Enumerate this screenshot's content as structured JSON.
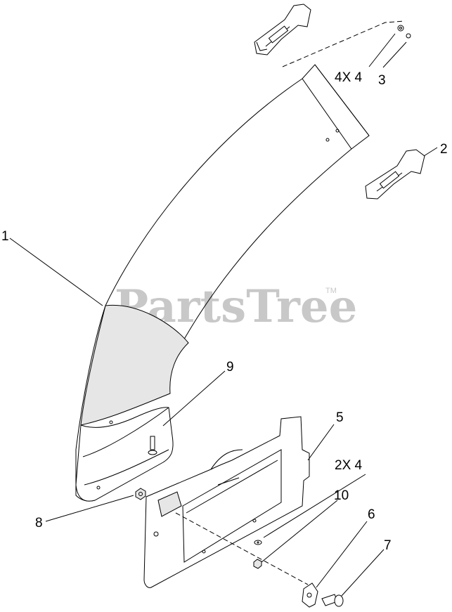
{
  "watermark": {
    "text": "PartsTree",
    "tm": "TM"
  },
  "callouts": [
    {
      "id": "1",
      "label": "1"
    },
    {
      "id": "2",
      "label": "2"
    },
    {
      "id": "3",
      "label": "3"
    },
    {
      "id": "4x4-top",
      "label": "4X 4"
    },
    {
      "id": "5",
      "label": "5"
    },
    {
      "id": "2x4",
      "label": "2X 4"
    },
    {
      "id": "6",
      "label": "6"
    },
    {
      "id": "7",
      "label": "7"
    },
    {
      "id": "8",
      "label": "8"
    },
    {
      "id": "9",
      "label": "9"
    },
    {
      "id": "10",
      "label": "10"
    }
  ]
}
